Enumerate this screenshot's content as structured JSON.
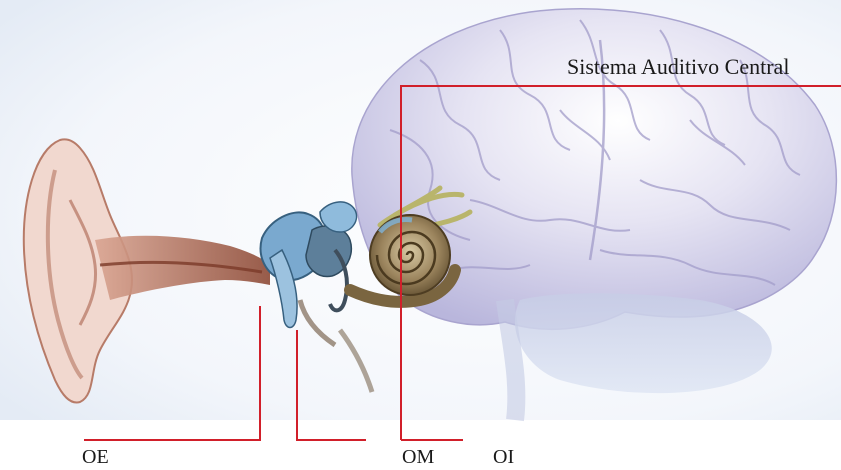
{
  "labels": {
    "central_auditory_system": "Sistema Auditivo Central",
    "outer_ear": "OE",
    "middle_ear": "OM",
    "inner_ear": "OI"
  },
  "colors": {
    "leader_lines": "#d11f2a",
    "brain": "#d7d5ec",
    "ear": "#b87d66",
    "ossicles": "#6fa3c8",
    "cochlea": "#8a7451",
    "nerve": "#b8b86a"
  }
}
